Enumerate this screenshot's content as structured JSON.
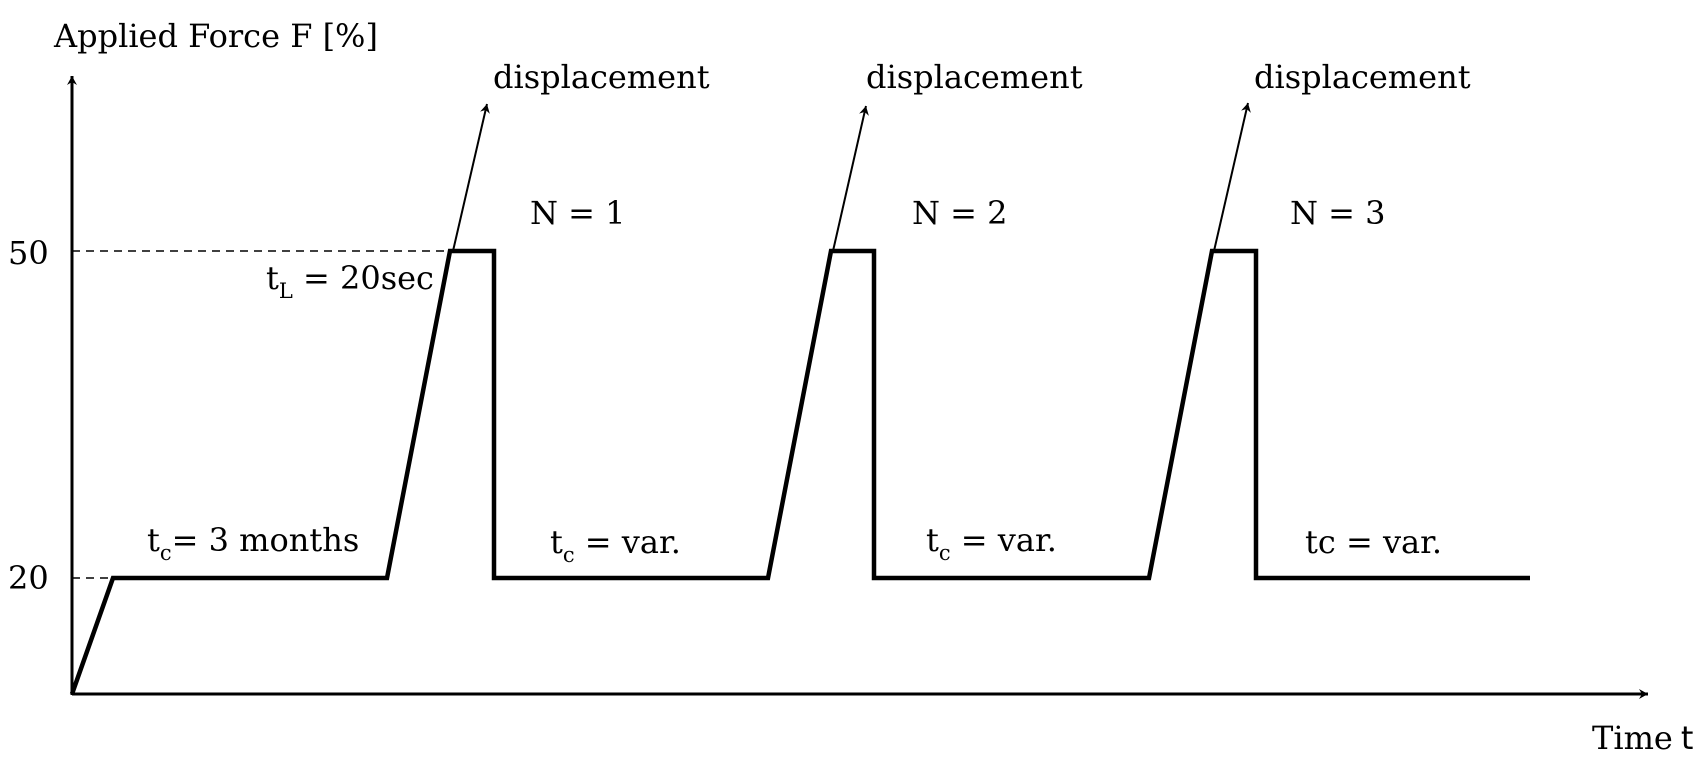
{
  "axes": {
    "y_label": "Applied Force F [%]",
    "x_label_main": "Time",
    "x_label_var": "t",
    "y_ticks": [
      "50",
      "20"
    ]
  },
  "profile": {
    "baseline_level": 20,
    "peak_level": 50,
    "cycles": [
      "N = 1",
      "N = 2",
      "N = 3"
    ],
    "displacement_label": "displacement",
    "load_time": {
      "sym": "t",
      "sub": "L",
      "rest": " = 20sec"
    },
    "creep_times": [
      {
        "sym": "t",
        "sub": "c",
        "rest": "= 3 months"
      },
      {
        "sym": "t",
        "sub": "c",
        "rest": " = var."
      },
      {
        "sym": "t",
        "sub": "c",
        "rest": " = var."
      }
    ],
    "last_creep_time": "tc = var."
  }
}
